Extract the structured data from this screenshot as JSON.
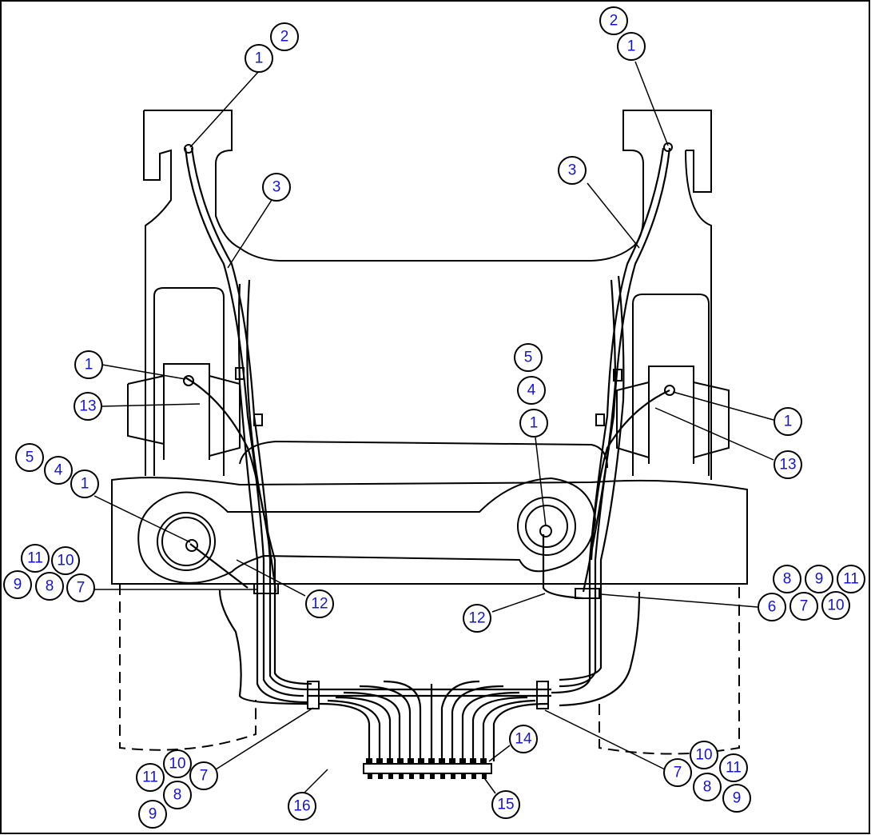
{
  "callouts": [
    {
      "id": "c-l-top-2",
      "label": "2"
    },
    {
      "id": "c-l-top-1",
      "label": "1"
    },
    {
      "id": "c-r-top-2",
      "label": "2"
    },
    {
      "id": "c-r-top-1",
      "label": "1"
    },
    {
      "id": "c-l-3",
      "label": "3"
    },
    {
      "id": "c-r-3",
      "label": "3"
    },
    {
      "id": "c-l-mid-1",
      "label": "1"
    },
    {
      "id": "c-l-13",
      "label": "13"
    },
    {
      "id": "c-c-5",
      "label": "5"
    },
    {
      "id": "c-c-4",
      "label": "4"
    },
    {
      "id": "c-c-1",
      "label": "1"
    },
    {
      "id": "c-r-mid-1",
      "label": "1"
    },
    {
      "id": "c-r-13",
      "label": "13"
    },
    {
      "id": "c-l-5",
      "label": "5"
    },
    {
      "id": "c-l-4",
      "label": "4"
    },
    {
      "id": "c-l-1b",
      "label": "1"
    },
    {
      "id": "c-l-11",
      "label": "11"
    },
    {
      "id": "c-l-10",
      "label": "10"
    },
    {
      "id": "c-l-9",
      "label": "9"
    },
    {
      "id": "c-l-8",
      "label": "8"
    },
    {
      "id": "c-l-7",
      "label": "7"
    },
    {
      "id": "c-l-12",
      "label": "12"
    },
    {
      "id": "c-c-12",
      "label": "12"
    },
    {
      "id": "c-r-8",
      "label": "8"
    },
    {
      "id": "c-r-9",
      "label": "9"
    },
    {
      "id": "c-r-11",
      "label": "11"
    },
    {
      "id": "c-r-6",
      "label": "6"
    },
    {
      "id": "c-r-7",
      "label": "7"
    },
    {
      "id": "c-r-10",
      "label": "10"
    },
    {
      "id": "c-bl-10",
      "label": "10"
    },
    {
      "id": "c-bl-11",
      "label": "11"
    },
    {
      "id": "c-bl-7",
      "label": "7"
    },
    {
      "id": "c-bl-8",
      "label": "8"
    },
    {
      "id": "c-bl-9",
      "label": "9"
    },
    {
      "id": "c-b-16",
      "label": "16"
    },
    {
      "id": "c-b-14",
      "label": "14"
    },
    {
      "id": "c-b-15",
      "label": "15"
    },
    {
      "id": "c-br-10",
      "label": "10"
    },
    {
      "id": "c-br-7",
      "label": "7"
    },
    {
      "id": "c-br-11",
      "label": "11"
    },
    {
      "id": "c-br-8",
      "label": "8"
    },
    {
      "id": "c-br-9",
      "label": "9"
    }
  ]
}
